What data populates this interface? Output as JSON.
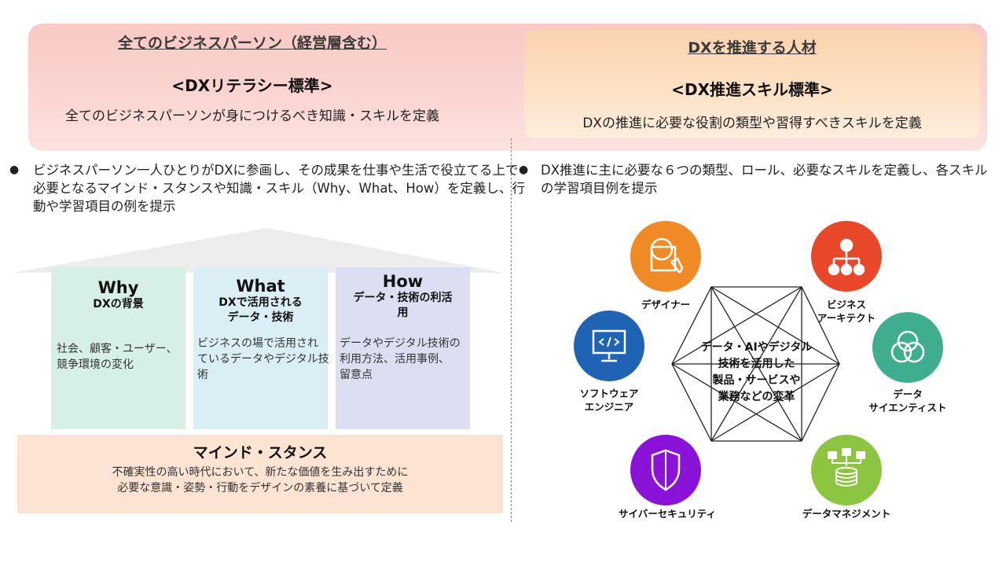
{
  "left_header": {
    "title": "全てのビジネスパーソン（経営層含む）",
    "standard": "<DXリテラシー標準>",
    "description": "全てのビジネスパーソンが身につけるべき知識・スキルを定義"
  },
  "right_header": {
    "title": "DXを推進する人材",
    "standard": "<DX推進スキル標準>",
    "description": "DXの推進に必要な役割の類型や習得すべきスキルを定義"
  },
  "left_bullet": {
    "dot": "●",
    "lines": [
      "ビジネスパーソン一人ひとりがDXに参画し、その成果を仕事や生活で役立てる上で",
      "必要となるマインド・スタンスや知識・スキル（Why、What、How）を定義し、行",
      "動や学習項目の例を提示"
    ]
  },
  "right_bullet": {
    "dot": "●",
    "lines": [
      "DX推進に主に必要な６つの類型、ロール、必要なスキルを定義し、各スキル",
      "の学習項目例を提示"
    ]
  },
  "pillars": [
    {
      "title": "Why",
      "subtitle": [
        "DXの背景"
      ],
      "description": [
        "社会、顧客・ユーザー、",
        "競争環境の変化"
      ],
      "color": "#d6f0e6"
    },
    {
      "title": "What",
      "subtitle": [
        "DXで活用される",
        "データ・技術"
      ],
      "description": [
        "ビジネスの場で活用され",
        "ているデータやデジタル技",
        "術"
      ],
      "color": "#daeef6"
    },
    {
      "title": "How",
      "subtitle": [
        "データ・技術の利活",
        "用"
      ],
      "description": [
        "データやデジタル技術の",
        "利用方法、活用事例、",
        "留意点"
      ],
      "color": "#dcdff2"
    }
  ],
  "base": {
    "title": "マインド・スタンス",
    "description": [
      "不確実性の高い時代において、新たな価値を生み出すために",
      "必要な意識・姿勢・行動をデザインの素養に基づいて定義"
    ]
  },
  "center_text": [
    "データ・AIやデジタル",
    "技術を活用した",
    "製品・サービスや",
    "業務などの変革"
  ],
  "roles": [
    {
      "label": [
        "デザイナー"
      ],
      "icon": "design-icon",
      "color": "#f08a24"
    },
    {
      "label": [
        "ビジネス",
        "アーキテクト"
      ],
      "icon": "org-chart-icon",
      "color": "#e8472a"
    },
    {
      "label": [
        "データ",
        "サイエンティスト"
      ],
      "icon": "venn-icon",
      "color": "#3fae8f"
    },
    {
      "label": [
        "データマネジメント"
      ],
      "icon": "database-icon",
      "color": "#8cc640"
    },
    {
      "label": [
        "サイバーセキュリティ"
      ],
      "icon": "shield-icon",
      "color": "#8b12d8"
    },
    {
      "label": [
        "ソフトウェア",
        "エンジニア"
      ],
      "icon": "code-monitor-icon",
      "color": "#1f63b5"
    }
  ],
  "colors": {
    "banner": "#f9c9c4",
    "right_card": "#fbd3ae",
    "base": "#fde4d2",
    "roof": "#ededed"
  }
}
